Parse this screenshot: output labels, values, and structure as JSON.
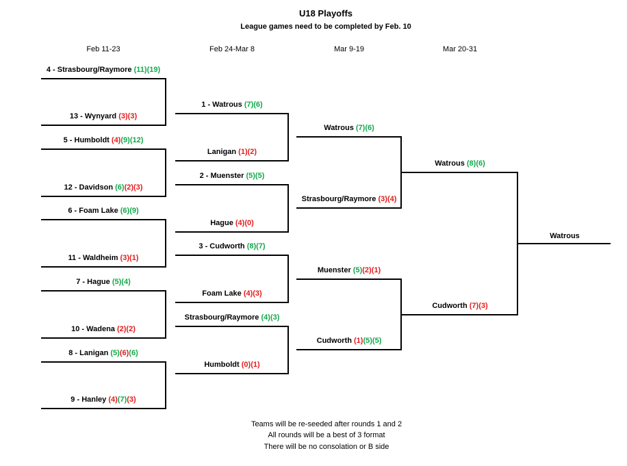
{
  "title": "U18 Playoffs",
  "subtitle": "League games need to be completed by Feb. 10",
  "rounds": [
    "Feb 11-23",
    "Feb 24-Mar 8",
    "Mar 9-19",
    "Mar 20-31"
  ],
  "colors": {
    "win": "#11a84a",
    "loss": "#e41b1b",
    "line": "#000000"
  },
  "entries": [
    {
      "name": "4 - Strasbourg/Raymore",
      "scores": [
        {
          "v": "(11)",
          "r": "win"
        },
        {
          "v": "(19)",
          "r": "win"
        }
      ]
    },
    {
      "name": "13 - Wynyard",
      "scores": [
        {
          "v": "(3)",
          "r": "loss"
        },
        {
          "v": "(3)",
          "r": "loss"
        }
      ]
    },
    {
      "name": "5 - Humboldt",
      "scores": [
        {
          "v": "(4)",
          "r": "loss"
        },
        {
          "v": "(9)",
          "r": "win"
        },
        {
          "v": "(12)",
          "r": "win"
        }
      ]
    },
    {
      "name": "12 - Davidson",
      "scores": [
        {
          "v": "(6)",
          "r": "win"
        },
        {
          "v": "(2)",
          "r": "loss"
        },
        {
          "v": "(3)",
          "r": "loss"
        }
      ]
    },
    {
      "name": "6 - Foam Lake",
      "scores": [
        {
          "v": "(6)",
          "r": "win"
        },
        {
          "v": "(9)",
          "r": "win"
        }
      ]
    },
    {
      "name": "11 - Waldheim",
      "scores": [
        {
          "v": "(3)",
          "r": "loss"
        },
        {
          "v": "(1)",
          "r": "loss"
        }
      ]
    },
    {
      "name": "7 - Hague",
      "scores": [
        {
          "v": "(5)",
          "r": "win"
        },
        {
          "v": "(4)",
          "r": "win"
        }
      ]
    },
    {
      "name": "10 - Wadena",
      "scores": [
        {
          "v": "(2)",
          "r": "loss"
        },
        {
          "v": "(2)",
          "r": "loss"
        }
      ]
    },
    {
      "name": "8 - Lanigan",
      "scores": [
        {
          "v": "(5)",
          "r": "win"
        },
        {
          "v": "(6)",
          "r": "loss"
        },
        {
          "v": "(6)",
          "r": "win"
        }
      ]
    },
    {
      "name": "9 - Hanley",
      "scores": [
        {
          "v": "(4)",
          "r": "loss"
        },
        {
          "v": "(7)",
          "r": "win"
        },
        {
          "v": "(3)",
          "r": "loss"
        }
      ]
    },
    {
      "name": "1 - Watrous",
      "scores": [
        {
          "v": "(7)",
          "r": "win"
        },
        {
          "v": "(6)",
          "r": "win"
        }
      ]
    },
    {
      "name": "Lanigan",
      "scores": [
        {
          "v": "(1)",
          "r": "loss"
        },
        {
          "v": "(2)",
          "r": "loss"
        }
      ]
    },
    {
      "name": "2 - Muenster",
      "scores": [
        {
          "v": "(5)",
          "r": "win"
        },
        {
          "v": "(5)",
          "r": "win"
        }
      ]
    },
    {
      "name": "Hague",
      "scores": [
        {
          "v": "(4)",
          "r": "loss"
        },
        {
          "v": "(0)",
          "r": "loss"
        }
      ]
    },
    {
      "name": "3 - Cudworth",
      "scores": [
        {
          "v": "(8)",
          "r": "win"
        },
        {
          "v": "(7)",
          "r": "win"
        }
      ]
    },
    {
      "name": "Foam Lake",
      "scores": [
        {
          "v": "(4)",
          "r": "loss"
        },
        {
          "v": "(3)",
          "r": "loss"
        }
      ]
    },
    {
      "name": "Strasbourg/Raymore",
      "scores": [
        {
          "v": "(4)",
          "r": "win"
        },
        {
          "v": "(3)",
          "r": "win"
        }
      ]
    },
    {
      "name": "Humboldt",
      "scores": [
        {
          "v": "(0)",
          "r": "loss"
        },
        {
          "v": "(1)",
          "r": "loss"
        }
      ]
    },
    {
      "name": "Watrous",
      "scores": [
        {
          "v": "(7)",
          "r": "win"
        },
        {
          "v": "(6)",
          "r": "win"
        }
      ]
    },
    {
      "name": "Strasbourg/Raymore",
      "scores": [
        {
          "v": "(3)",
          "r": "loss"
        },
        {
          "v": "(4)",
          "r": "loss"
        }
      ]
    },
    {
      "name": "Muenster",
      "scores": [
        {
          "v": "(5)",
          "r": "win"
        },
        {
          "v": "(2)",
          "r": "loss"
        },
        {
          "v": "(1)",
          "r": "loss"
        }
      ]
    },
    {
      "name": "Cudworth",
      "scores": [
        {
          "v": "(1)",
          "r": "loss"
        },
        {
          "v": "(5)",
          "r": "win"
        },
        {
          "v": "(5)",
          "r": "win"
        }
      ]
    },
    {
      "name": "Watrous",
      "scores": [
        {
          "v": "(8)",
          "r": "win"
        },
        {
          "v": "(6)",
          "r": "win"
        }
      ]
    },
    {
      "name": "Cudworth",
      "scores": [
        {
          "v": "(7)",
          "r": "loss"
        },
        {
          "v": "(3)",
          "r": "loss"
        }
      ]
    },
    {
      "name": "Watrous",
      "scores": []
    }
  ],
  "notes": [
    "Teams will be re-seeded after rounds 1 and 2",
    "All rounds will be a best of 3 format",
    "There will be no consolation or B side"
  ]
}
